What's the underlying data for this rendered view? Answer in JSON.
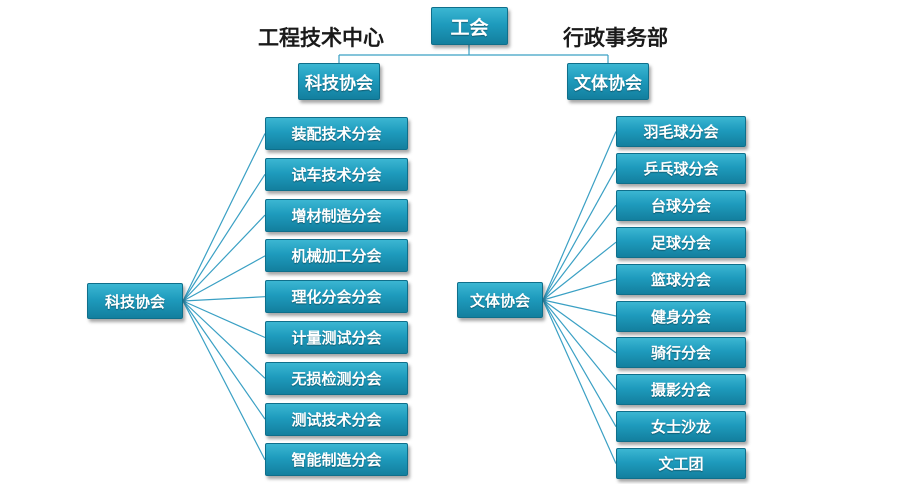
{
  "root": {
    "label": "工会"
  },
  "side_labels": {
    "left": "工程技术中心",
    "right": "行政事务部"
  },
  "top_nodes": {
    "left": "科技协会",
    "right": "文体协会"
  },
  "left_group": {
    "hub": "科技协会",
    "items": [
      "装配技术分会",
      "试车技术分会",
      "增材制造分会",
      "机械加工分会",
      "理化分会分会",
      "计量测试分会",
      "无损检测分会",
      "测试技术分会",
      "智能制造分会"
    ]
  },
  "right_group": {
    "hub": "文体协会",
    "items": [
      "羽毛球分会",
      "乒乓球分会",
      "台球分会",
      "足球分会",
      "篮球分会",
      "健身分会",
      "骑行分会",
      "摄影分会",
      "女士沙龙",
      "文工团"
    ]
  },
  "colors": {
    "box": "#1e9bbd",
    "line": "#3aa0c4",
    "text": "#ffffff"
  }
}
